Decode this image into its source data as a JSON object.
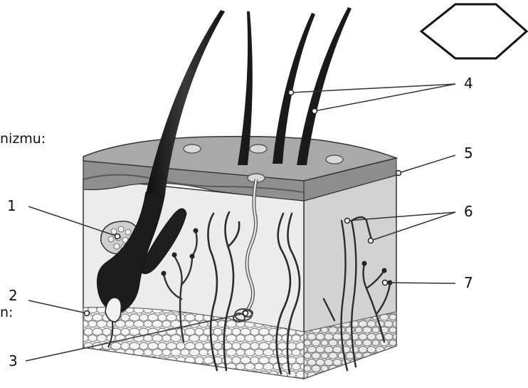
{
  "text_fragments": {
    "upper": "nizmu:",
    "lower": "n:"
  },
  "callouts": [
    {
      "id": "1",
      "label": "1"
    },
    {
      "id": "2",
      "label": "2"
    },
    {
      "id": "3",
      "label": "3"
    },
    {
      "id": "4",
      "label": "4"
    },
    {
      "id": "5",
      "label": "5"
    },
    {
      "id": "6",
      "label": "6"
    },
    {
      "id": "7",
      "label": "7"
    }
  ],
  "colors": {
    "epidermis": "#9a9a9a",
    "dermis": "#e6e6e6",
    "hair": "#1c1c1c",
    "fat_cell": "#f4f4f4",
    "outline": "#333333"
  },
  "icons": [
    "hexagon-shape-icon"
  ]
}
